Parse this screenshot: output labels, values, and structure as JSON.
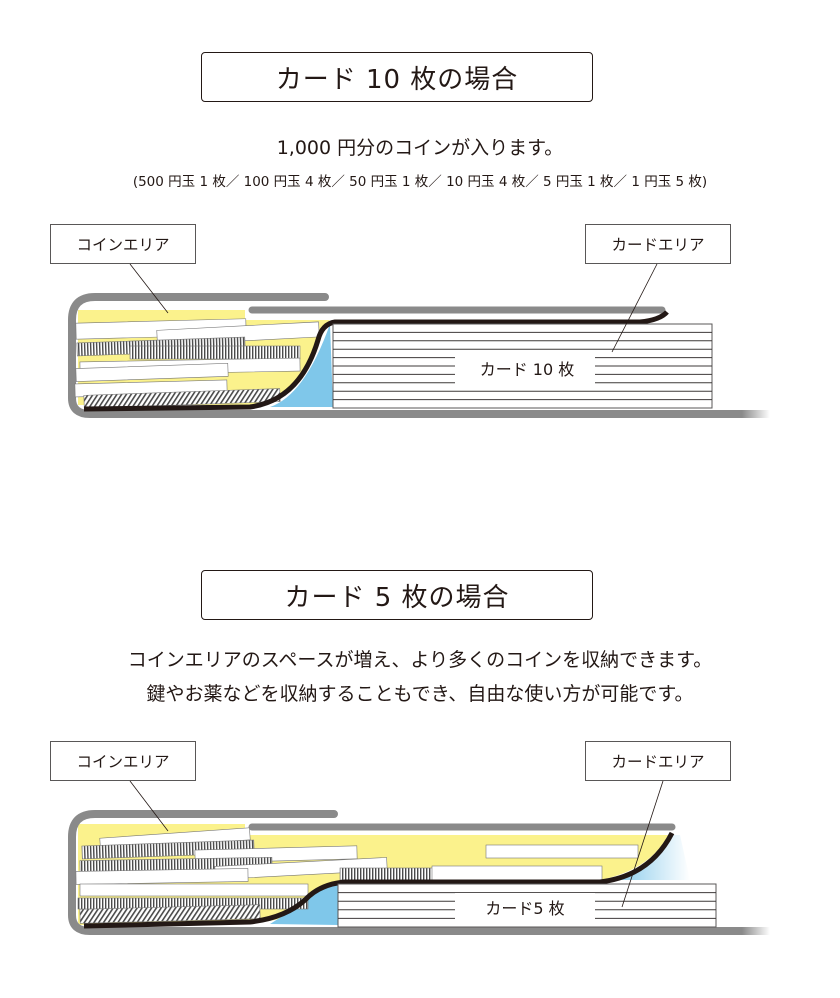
{
  "section1": {
    "title": "カード 10 枚の場合",
    "description": "1,000 円分のコインが入ります。",
    "detail": "(500 円玉 1 枚／ 100 円玉 4 枚／ 50 円玉 1 枚／ 10 円玉 4 枚／ 5 円玉 1 枚／ 1 円玉 5 枚)",
    "coin_label": "コインエリア",
    "card_label": "カードエリア",
    "card_stack_text": "カード 10 枚",
    "card_count": 10
  },
  "section2": {
    "title": "カード 5 枚の場合",
    "description_line1": "コインエリアのスペースが増え、より多くのコインを収納できます。",
    "description_line2": "鍵やお薬などを収納することもでき、自由な使い方が可能です。",
    "coin_label": "コインエリア",
    "card_label": "カードエリア",
    "card_stack_text": "カード5 枚",
    "card_count": 5
  },
  "colors": {
    "coin_area": "#fbf28c",
    "card_gap": "#7fc7ea",
    "shell": "#8a8a8a",
    "divider": "#231815",
    "text": "#231815"
  }
}
